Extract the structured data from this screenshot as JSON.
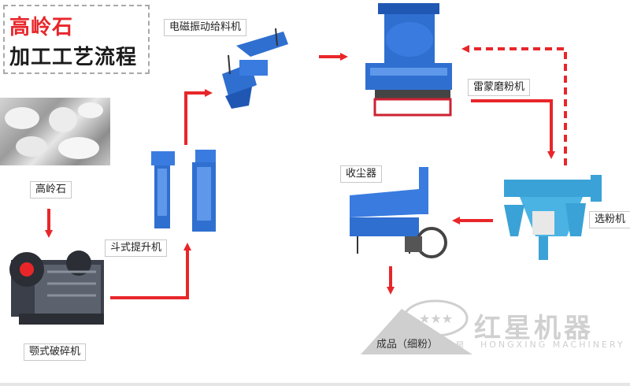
{
  "title": {
    "line1": "高岭石",
    "line2": "加工工艺流程"
  },
  "labels": {
    "raw_material": "高岭石",
    "jaw_crusher": "颚式破碎机",
    "bucket_elevator": "斗式提升机",
    "vibrating_feeder": "电磁振动给料机",
    "raymond_mill": "雷蒙磨粉机",
    "classifier": "选粉机",
    "dust_collector": "收尘器",
    "product": "成品（细粉）"
  },
  "watermark": {
    "brand": "红星机器",
    "sub": "HONGXING MACHINERY",
    "star": "星"
  },
  "colors": {
    "title_red": "#e8262a",
    "arrow_red": "#e8262a",
    "machine_blue": "#2f6fd0"
  }
}
